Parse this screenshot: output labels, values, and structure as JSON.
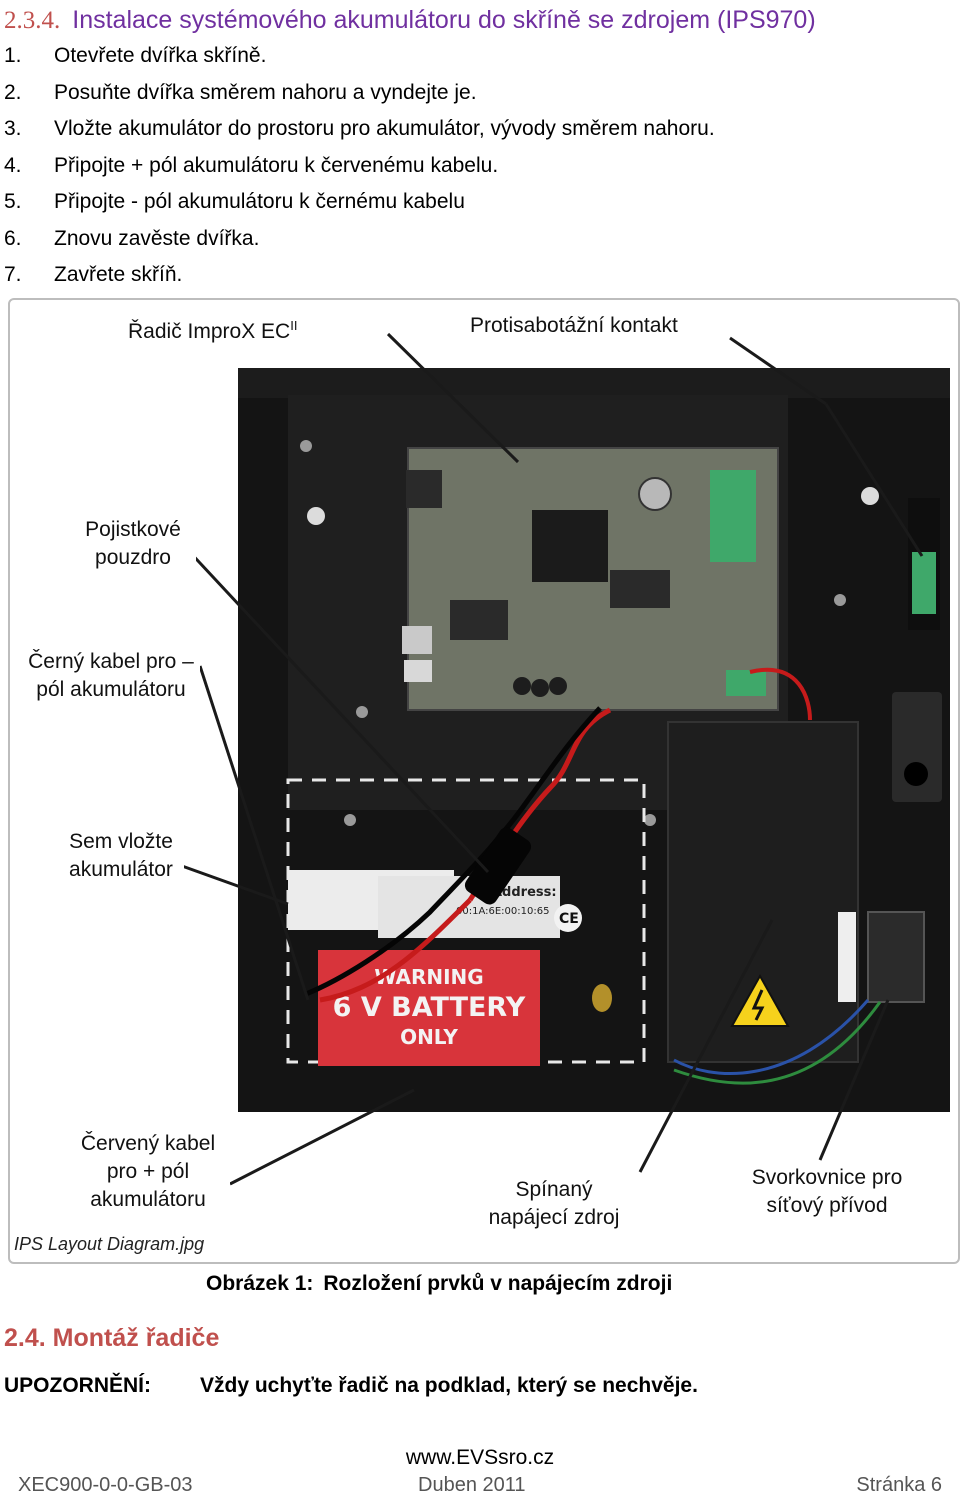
{
  "section": {
    "number": "2.3.4.",
    "title": "Instalace systémového akumulátoru do skříně se zdrojem (IPS970)"
  },
  "steps": [
    {
      "n": "1.",
      "text": "Otevřete dvířka skříně."
    },
    {
      "n": "2.",
      "text": "Posuňte dvířka směrem nahoru a vyndejte je."
    },
    {
      "n": "3.",
      "text": "Vložte akumulátor do prostoru pro akumulátor, vývody směrem nahoru."
    },
    {
      "n": "4.",
      "text": "Připojte + pól akumulátoru k červenému kabelu."
    },
    {
      "n": "5.",
      "text": "Připojte - pól akumulátoru k černému kabelu"
    },
    {
      "n": "6.",
      "text": "Znovu zavěste dvířka."
    },
    {
      "n": "7.",
      "text": "Zavřete skříň."
    }
  ],
  "figure": {
    "callouts": {
      "controller": "Řadič ImproX EC",
      "controller_sup": "II",
      "tamper": "Protisabotážní kontakt",
      "fuse": "Pojistkové pouzdro",
      "black_cable": "Černý kabel pro – pól akumulátoru",
      "battery_area": "Sem vložte akumulátor",
      "red_cable": "Červený kabel pro + pól akumulátoru",
      "psu": "Spínaný napájecí zdroj",
      "mains_terminal": "Svorkovnice pro síťový přívod"
    },
    "filename": "IPS Layout Diagram.jpg",
    "warning_label": [
      "WARNING",
      "6 V BATTERY",
      "ONLY"
    ],
    "address_label": {
      "title": "Address:",
      "mac": "00:1A:6E:00:10:65"
    },
    "ce_mark": "CE",
    "colors": {
      "enclosure": "#141414",
      "board": "#6f7466",
      "warning_red": "#d8343b",
      "green_terminal": "#3fa86a",
      "callout_line": "#1a1a1a"
    }
  },
  "caption": {
    "label": "Obrázek 1:",
    "text": "Rozložení prvků v napájecím zdroji"
  },
  "subsection": {
    "number": "2.4.",
    "title": "Montáž řadiče"
  },
  "warning": {
    "label": "UPOZORNĚNÍ:",
    "text": "Vždy uchyťte řadič na podklad, který se nechvěje."
  },
  "footer": {
    "url": "www.EVSsro.cz",
    "doc_code": "XEC900-0-0-GB-03",
    "date": "Duben 2011",
    "page": "Stránka 6"
  }
}
